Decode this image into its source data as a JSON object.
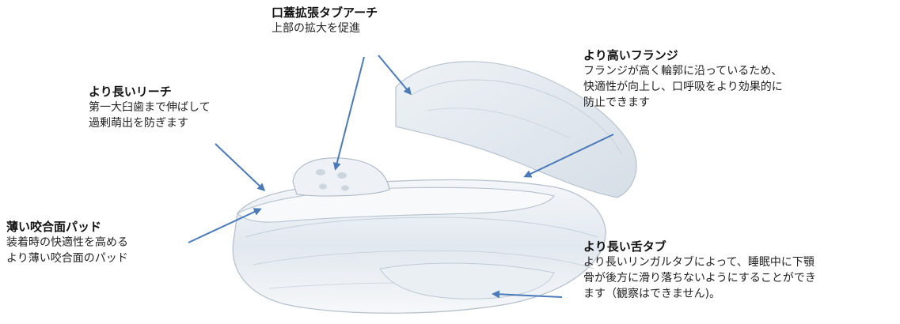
{
  "callouts": {
    "palatal": {
      "title": "口蓋拡張タブアーチ",
      "desc": "上部の拡大を促進"
    },
    "reach": {
      "title": "より長いリーチ",
      "desc": "第一大臼歯まで伸ばして\n過剰萌出を防ぎます"
    },
    "flange": {
      "title": "より高いフランジ",
      "desc": "フランジが高く輪郭に沿っているため、\n快適性が向上し、口呼吸をより効果的に\n防止できます"
    },
    "occlusal": {
      "title": "薄い咬合面パッド",
      "desc": "装着時の快適性を高める\nより薄い咬合面のパッド"
    },
    "tongue": {
      "title": "より長い舌タブ",
      "desc": "より長いリンガルタブによって、睡眠中に下顎\n骨が後方に滑り落ちないようにすることができ\nます（観察はできません)。"
    }
  },
  "colors": {
    "arrow": "#4a7ab8",
    "device": "#e6ecf2"
  }
}
